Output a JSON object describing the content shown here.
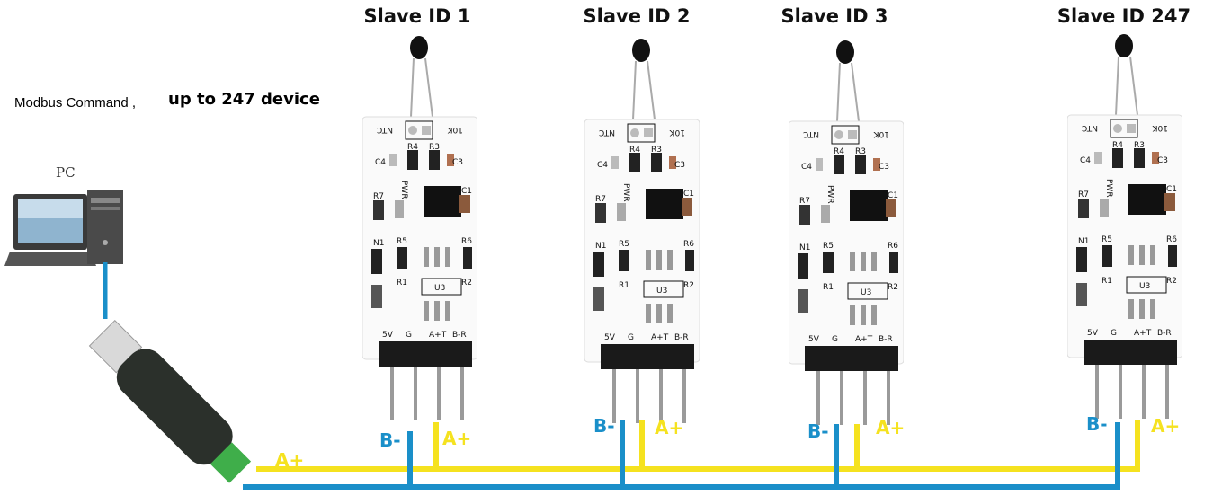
{
  "header": {
    "command_text": "Modbus Command ,",
    "command_emphasis": "up to 247 device"
  },
  "pc": {
    "label": "PC"
  },
  "colors": {
    "a_plus": "#f5e21f",
    "b_minus": "#1a8fc9",
    "board": "#fafafa",
    "chip": "#111111"
  },
  "board_silkscreen": {
    "ntc": "NTC",
    "r10k": "10K",
    "parts": [
      "R4",
      "R3",
      "C4",
      "C3",
      "PWR",
      "R7",
      "C1",
      "N1",
      "R5",
      "R6",
      "R1",
      "R2",
      "U3"
    ],
    "pins": [
      "5V",
      "G",
      "A+T",
      "B-R"
    ]
  },
  "bus": {
    "a_label": "A+",
    "b_label": "B-"
  },
  "slaves": [
    {
      "title": "Slave ID 1"
    },
    {
      "title": "Slave ID 2"
    },
    {
      "title": "Slave ID 3"
    },
    {
      "title": "Slave ID 247"
    }
  ]
}
